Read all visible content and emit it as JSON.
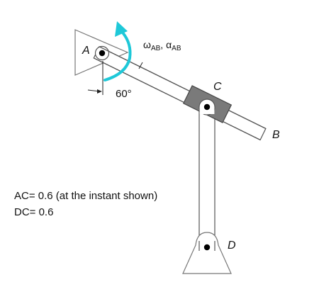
{
  "points": {
    "a": "A",
    "b": "B",
    "c": "C",
    "d": "D"
  },
  "kinematics": {
    "omega": "ω",
    "alpha": "α",
    "sub_ab": "AB",
    "separator": ", "
  },
  "angle_label": "60°",
  "notes": {
    "ac": "AC= 0.6 (at the instant shown)",
    "dc": "DC= 0.6"
  },
  "colors": {
    "arrow": "#1ec8d8",
    "link": "#ffffff",
    "outline": "#555555",
    "collar": "#777777",
    "pin": "#000000"
  }
}
